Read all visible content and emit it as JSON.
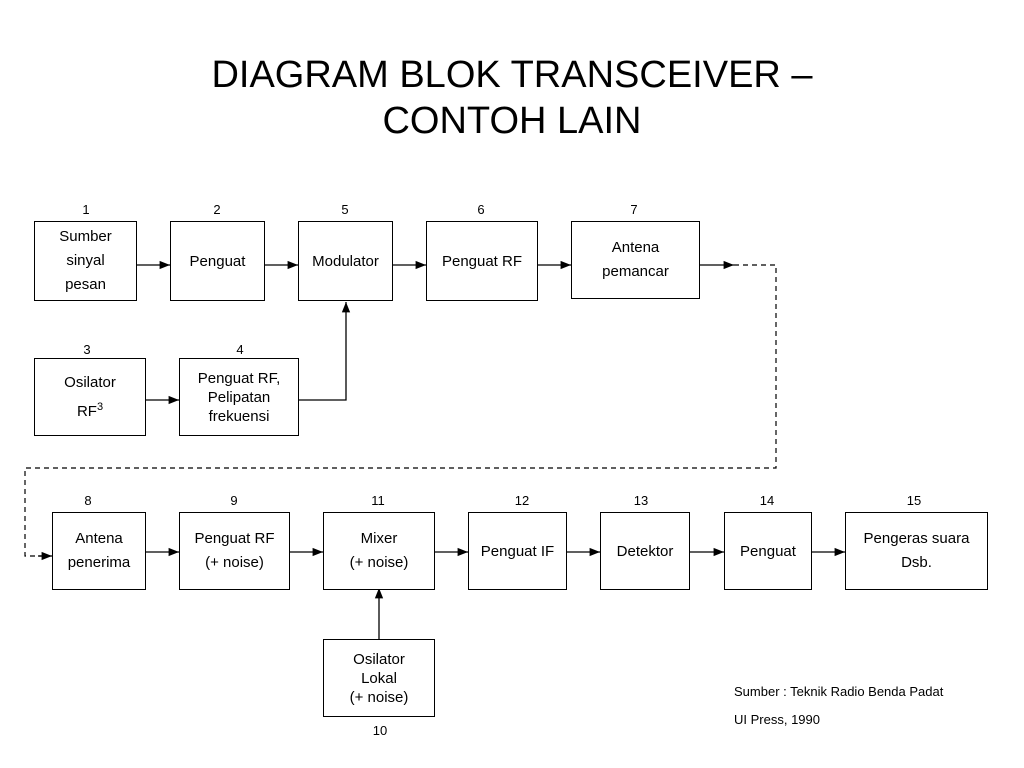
{
  "title": {
    "line1": "DIAGRAM BLOK TRANSCEIVER –",
    "line2": "CONTOH LAIN"
  },
  "blocks": {
    "b1": {
      "num": "1",
      "lines": [
        "Sumber",
        "sinyal",
        "pesan"
      ]
    },
    "b2": {
      "num": "2",
      "lines": [
        "Penguat"
      ]
    },
    "b5": {
      "num": "5",
      "lines": [
        "Modulator"
      ]
    },
    "b6": {
      "num": "6",
      "lines": [
        "Penguat RF"
      ]
    },
    "b7": {
      "num": "7",
      "lines": [
        "Antena",
        "pemancar"
      ]
    },
    "b3": {
      "num": "3",
      "lines": [
        "Osilator",
        "RF"
      ],
      "superscript": "3"
    },
    "b4": {
      "num": "4",
      "lines": [
        "Penguat RF,",
        "Pelipatan",
        "frekuensi"
      ]
    },
    "b8": {
      "num": "8",
      "lines": [
        "Antena",
        "penerima"
      ]
    },
    "b9": {
      "num": "9",
      "lines": [
        "Penguat RF",
        "(+ noise)"
      ]
    },
    "b11": {
      "num": "11",
      "lines": [
        "Mixer",
        "(+ noise)"
      ]
    },
    "b12": {
      "num": "12",
      "lines": [
        "Penguat IF"
      ]
    },
    "b13": {
      "num": "13",
      "lines": [
        "Detektor"
      ]
    },
    "b14": {
      "num": "14",
      "lines": [
        "Penguat"
      ]
    },
    "b15": {
      "num": "15",
      "lines": [
        "Pengeras suara",
        "Dsb."
      ]
    },
    "b10": {
      "num": "10",
      "lines": [
        "Osilator",
        "Lokal",
        "(+ noise)"
      ]
    }
  },
  "source": {
    "line1": "Sumber : Teknik Radio Benda Padat",
    "line2": "UI Press, 1990"
  }
}
